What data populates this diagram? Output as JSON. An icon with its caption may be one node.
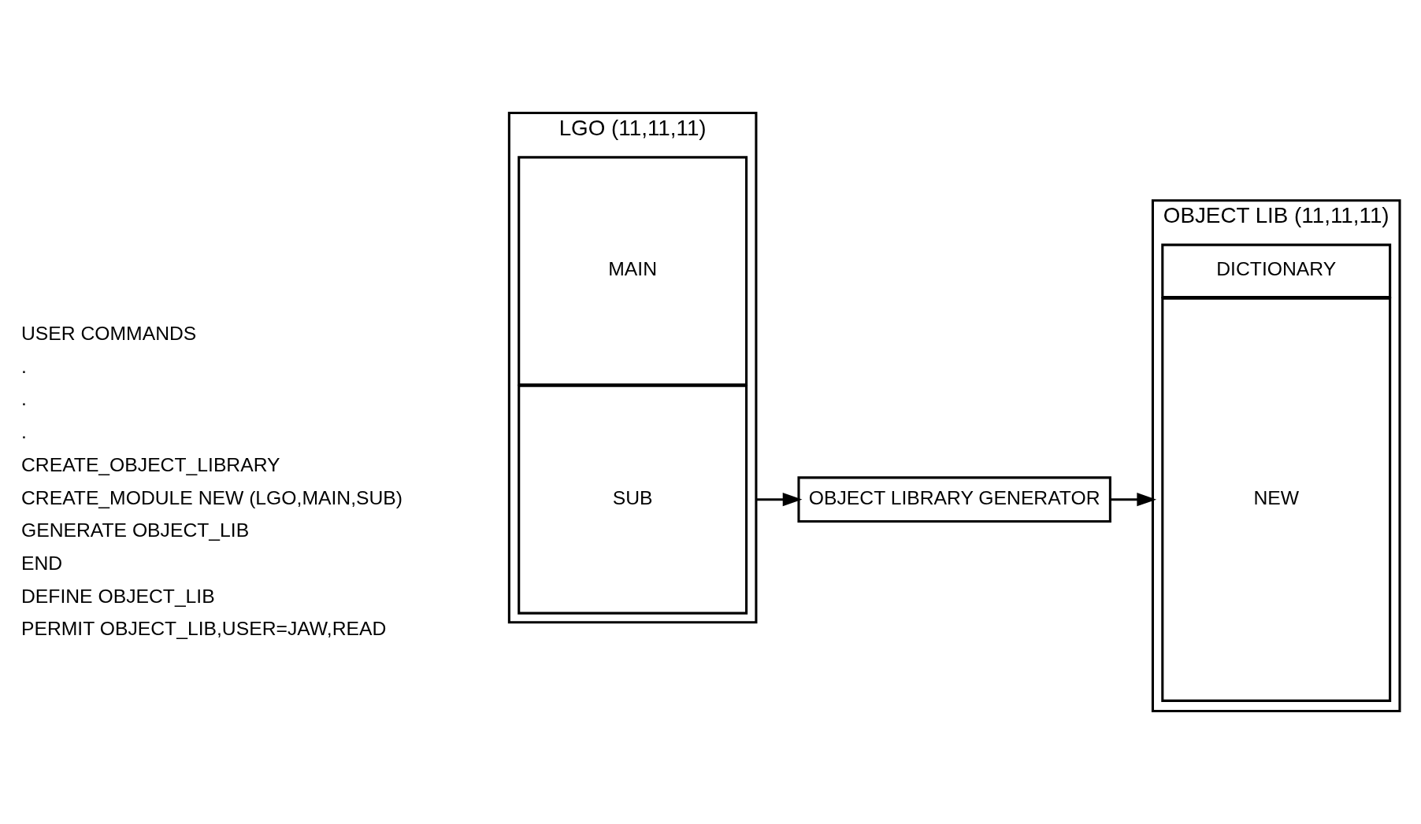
{
  "diagram": {
    "nodes": [
      {
        "text": [
          "LGO (11,11,11)"
        ]
      },
      {
        "text": [
          "MAIN"
        ],
        "in": 0
      },
      {
        "text": [
          "SUB"
        ],
        "in": 0
      },
      {
        "text": [
          "OBJECT LIBRARY GENERATOR"
        ]
      },
      {
        "text": [
          "OBJECT LIB (11,11,11)"
        ]
      },
      {
        "text": [
          "DICTIONARY"
        ],
        "in": 4
      },
      {
        "text": [
          "NEW"
        ],
        "in": 4
      }
    ],
    "edges": [
      {
        "from": 0,
        "to": 3,
        "arrow": "to"
      },
      {
        "from": 3,
        "to": 4,
        "arrow": "to"
      }
    ],
    "labels": [
      "USER COMMANDS",
      ".",
      ".",
      ".",
      "CREATE_OBJECT_LIBRARY",
      "CREATE_MODULE NEW (LGO,MAIN,SUB)",
      "GENERATE OBJECT_LIB",
      "END",
      "DEFINE OBJECT_LIB",
      "PERMIT OBJECT_LIB,USER=JAW,READ"
    ]
  }
}
